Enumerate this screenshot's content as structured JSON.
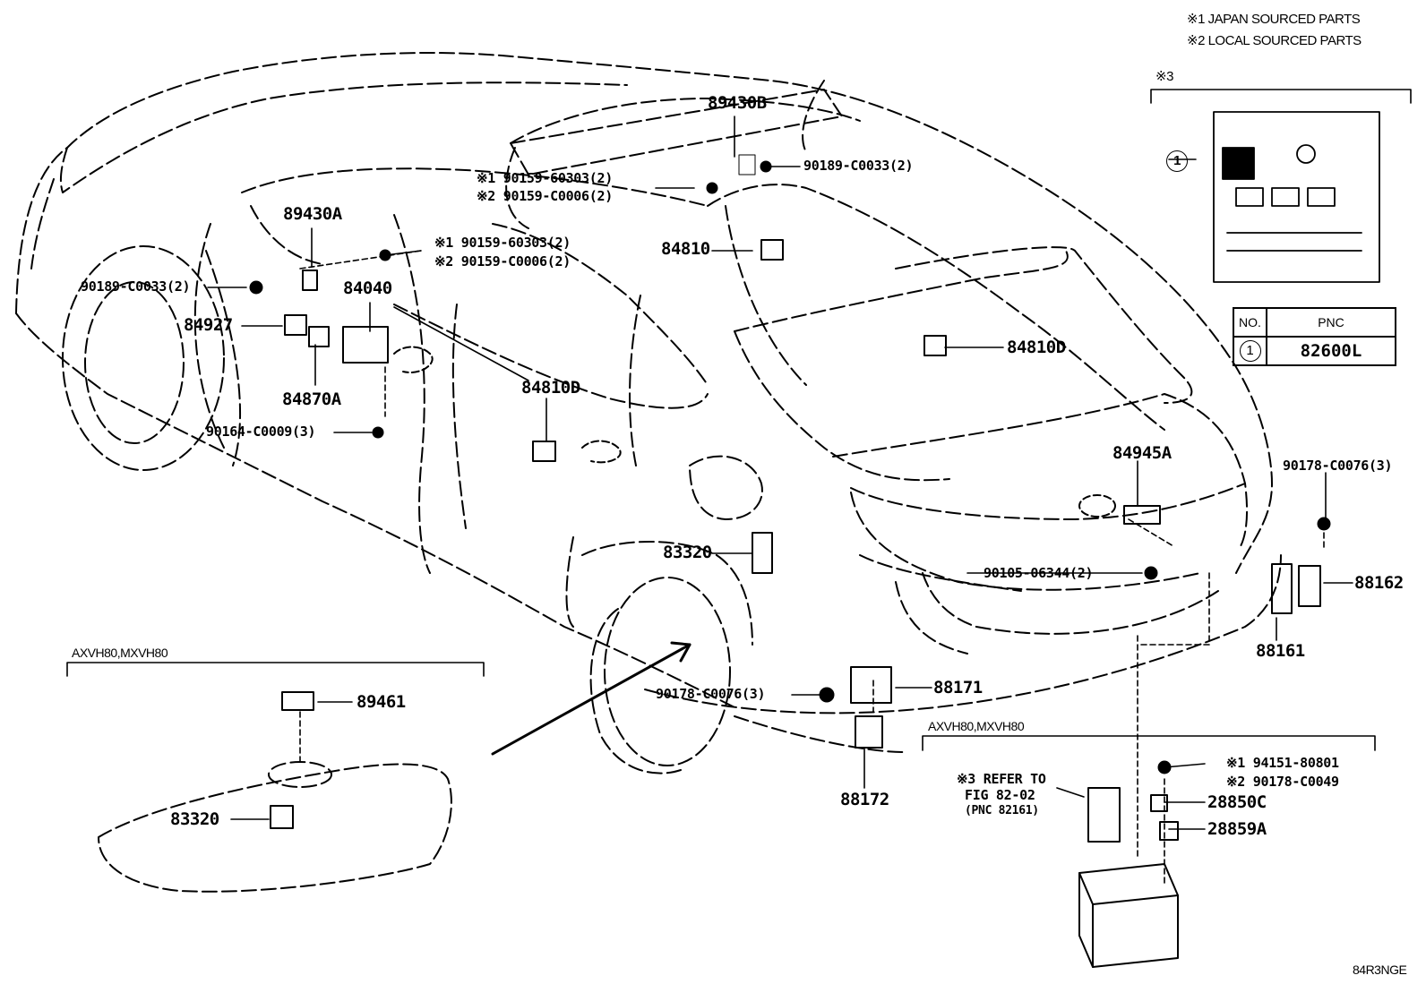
{
  "notes": {
    "japan_sourced": "※1 JAPAN SOURCED PARTS",
    "local_sourced": "※2 LOCAL SOURCED PARTS",
    "note3": "※3"
  },
  "labels": {
    "p89430B": "89430B",
    "p90159_1a": "※1 90159-60303(2)",
    "p90159_2a": "※2 90159-C0006(2)",
    "p90189_right": "90189-C0033(2)",
    "p84810": "84810",
    "p89430A": "89430A",
    "p90159_1b": "※1 90159-60303(2)",
    "p90159_2b": "※2 90159-C0006(2)",
    "p90189_left": "90189-C0033(2)",
    "p84040": "84040",
    "p84927": "84927",
    "p84870A": "84870A",
    "p90164": "90164-C0009(3)",
    "p84810D_door": "84810D",
    "p84810D_rear": "84810D",
    "p84945A": "84945A",
    "p90178_right": "90178-C0076(3)",
    "p83320_car": "83320",
    "p90105": "90105-06344(2)",
    "p88162": "88162",
    "p88161": "88161",
    "p90178_mid": "90178-C0076(3)",
    "p88171": "88171",
    "p88172": "88172",
    "p89461": "89461",
    "p83320_tank": "83320",
    "p94151": "※1 94151-80801",
    "p90178_C0049": "※2 90178-C0049",
    "p28850C": "28850C",
    "p28859A": "28859A",
    "refer_line1": "※3 REFER TO",
    "refer_line2": "FIG 82-02",
    "refer_line3": "(PNC 82161)",
    "group_left": "AXVH80,MXVH80",
    "group_right": "AXVH80,MXVH80",
    "callout_1": "1",
    "figure_code": "84R3NGE"
  },
  "pnc_table": {
    "header_no": "NO.",
    "header_pnc": "PNC",
    "row_no": "1",
    "row_pnc": "82600L"
  }
}
